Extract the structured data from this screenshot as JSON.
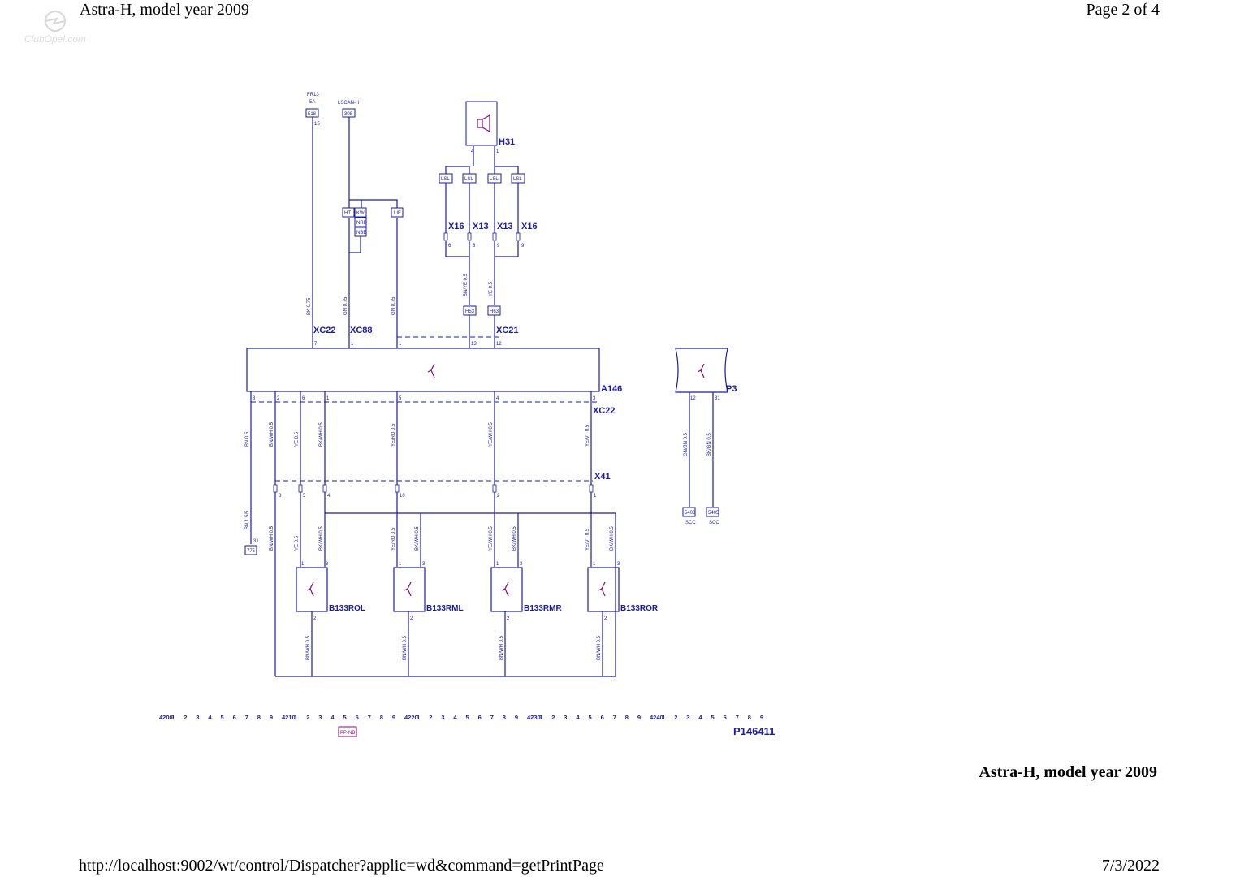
{
  "header": {
    "title": "Astra-H, model year 2009",
    "page": "Page 2 of 4"
  },
  "midtitle": "Astra-H, model year 2009",
  "footer": {
    "url": "http://localhost:9002/wt/control/Dispatcher?applic=wd&command=getPrintPage",
    "date": "7/3/2022"
  },
  "logo": {
    "text": "ClubOpel.com"
  },
  "diagram": {
    "colors": {
      "wire": "#1a1aa8",
      "accent": "#8a0a6e"
    },
    "top_sources": {
      "fuse_label": "FR13",
      "fuse_rating": "5A",
      "fuse_box": "518",
      "fuse_pin": "15",
      "can_label": "LSCAN-H",
      "can_box": "308"
    },
    "h31": {
      "name": "H31",
      "pin_left": "4",
      "pin_right": "1"
    },
    "lsl_boxes": [
      "LSL",
      "LSL",
      "LSL",
      "LSL"
    ],
    "connectors_mid": [
      {
        "name": "X16",
        "pin": "6"
      },
      {
        "name": "X13",
        "pin": "8"
      },
      {
        "name": "X13",
        "pin": "9"
      },
      {
        "name": "X16",
        "pin": "9"
      }
    ],
    "splice_boxes": [
      "HT",
      "KW",
      "NRB",
      "NBE",
      "LIF"
    ],
    "wires_top": [
      "BK 0.75",
      "GN 0.75",
      "GN 0.75",
      "BN/YE 0.5",
      "YE 0.5"
    ],
    "h_boxes": [
      "H53",
      "H63"
    ],
    "xc22_top": {
      "name": "XC22",
      "pin": "7"
    },
    "xc88": {
      "name": "XC88",
      "pin": "1"
    },
    "xc21": {
      "name": "XC21",
      "pin_lif": "1",
      "pin_13": "13",
      "pin_12": "12"
    },
    "a146": {
      "name": "A146",
      "pins_bottom": [
        "8",
        "2",
        "6",
        "1",
        "5",
        "4",
        "3"
      ]
    },
    "xc22_bottom": {
      "name": "XC22"
    },
    "p3": {
      "name": "P3",
      "pins": [
        "12",
        "31"
      ],
      "wires": [
        "GN/BN 0.5",
        "BK/GN 0.5"
      ],
      "boxes": [
        "5403",
        "5405"
      ],
      "box_label": "SCC"
    },
    "wires_mid": [
      "BN 0.5",
      "BN/WH 0.5",
      "YE 0.5",
      "BK/WH 0.5",
      "YE/RD 0.5",
      "YE/WH 0.5",
      "YE/VT 0.5"
    ],
    "x41": {
      "name": "X41",
      "pins": [
        "8",
        "5",
        "4",
        "10",
        "2",
        "1"
      ]
    },
    "ground": {
      "wire": "BN 1.5/5",
      "pin": "31",
      "box": "775"
    },
    "wires_sensor": [
      "BN/WH 0.5",
      "YE 0.5",
      "BK/WH 0.5",
      "YE/RD 0.5",
      "BK/WH 0.5",
      "YE/WH 0.5",
      "BK/WH 0.5",
      "YE/VT 0.5",
      "BK/WH 0.5"
    ],
    "sensors": [
      {
        "name": "B133ROL",
        "pins": [
          "1",
          "3",
          "2"
        ]
      },
      {
        "name": "B133RML",
        "pins": [
          "1",
          "3",
          "2"
        ]
      },
      {
        "name": "B133RMR",
        "pins": [
          "1",
          "3",
          "2"
        ]
      },
      {
        "name": "B133ROR",
        "pins": [
          "1",
          "3",
          "2"
        ]
      }
    ],
    "wires_bottom": [
      "BN/WH 0.5",
      "BN/WH 0.5",
      "BN/WH 0.5",
      "BN/WH 0.5"
    ],
    "ruler": [
      "4200",
      "1",
      "2",
      "3",
      "4",
      "5",
      "6",
      "7",
      "8",
      "9",
      "4210",
      "1",
      "2",
      "3",
      "4",
      "5",
      "6",
      "7",
      "8",
      "9",
      "4220",
      "1",
      "2",
      "3",
      "4",
      "5",
      "6",
      "7",
      "8",
      "9",
      "4230",
      "1",
      "2",
      "3",
      "4",
      "5",
      "6",
      "7",
      "8",
      "9",
      "4240",
      "1",
      "2",
      "3",
      "4",
      "5",
      "6",
      "7",
      "8",
      "9"
    ],
    "ppnb": "PP-NB",
    "diagram_id": "P146411"
  }
}
